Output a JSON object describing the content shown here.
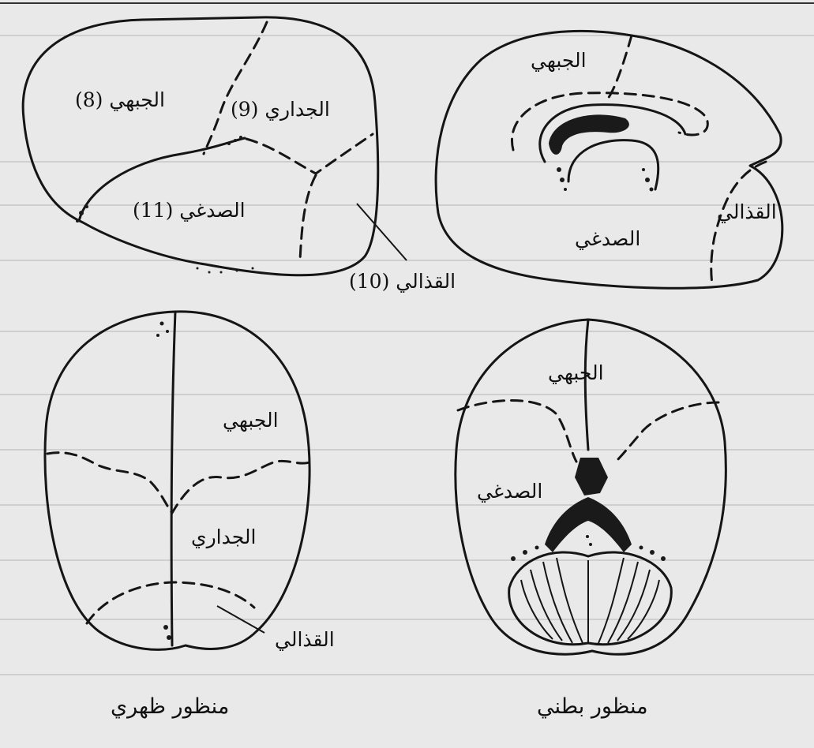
{
  "lateral": {
    "frontal": "الجبهي (8)",
    "parietal": "الجداري (9)",
    "temporal": "الصدغي (11)",
    "occipital": "القذالي (10)"
  },
  "medial": {
    "frontal": "الجبهي",
    "occipital": "القذالي",
    "temporal": "الصدغي"
  },
  "dorsal": {
    "frontal": "الجبهي",
    "parietal": "الجداري",
    "occipital": "القذالي",
    "caption": "منظور ظهري"
  },
  "ventral": {
    "frontal": "الجبهي",
    "temporal": "الصدغي",
    "caption": "منظور بطني"
  }
}
